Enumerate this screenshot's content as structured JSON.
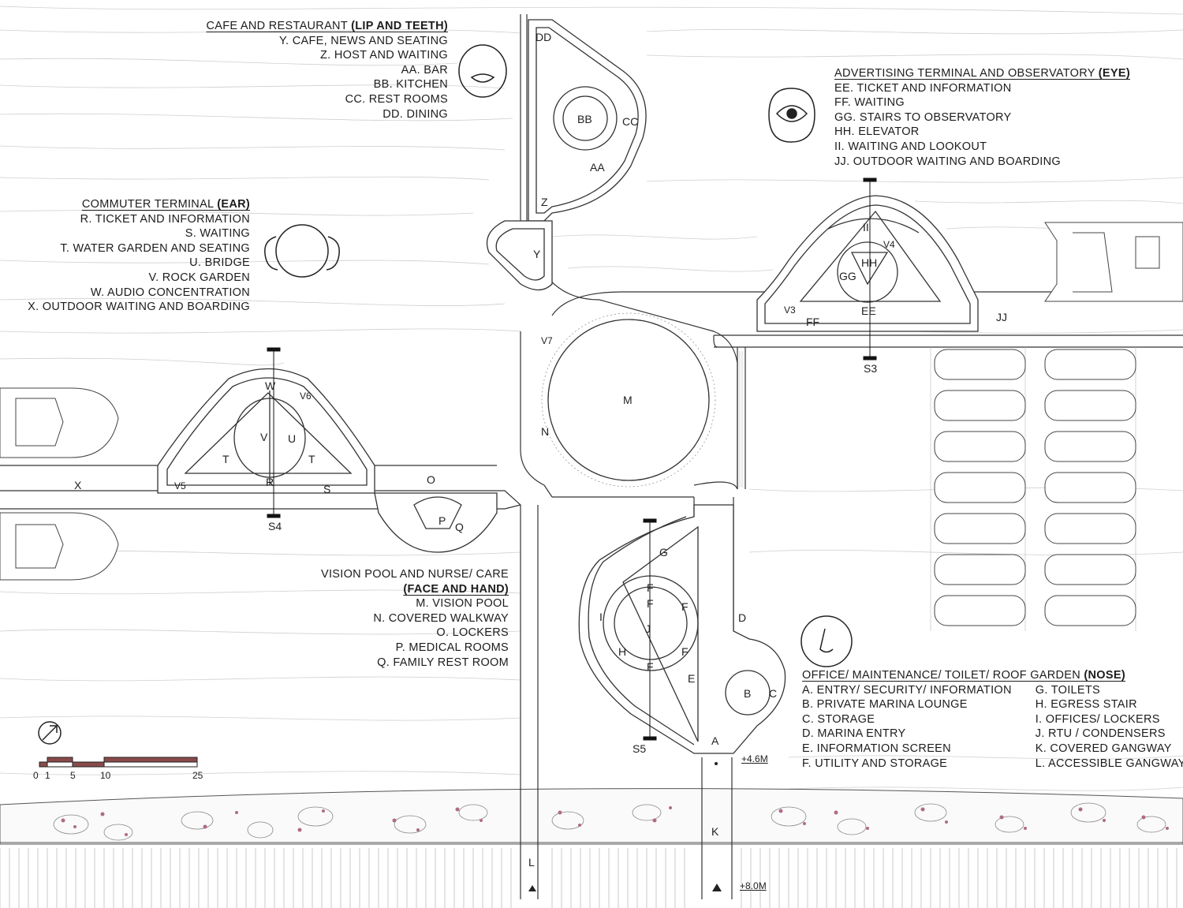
{
  "legends": {
    "lip": {
      "title": "CAFE AND RESTAURANT",
      "title_bold": "(LIP AND TEETH)",
      "items": [
        "Y. CAFE, NEWS AND SEATING",
        "Z. HOST AND WAITING",
        "AA. BAR",
        "BB. KITCHEN",
        "CC. REST ROOMS",
        "DD. DINING"
      ]
    },
    "eye": {
      "title": "ADVERTISING TERMINAL AND OBSERVATORY",
      "title_bold": "(EYE)",
      "items": [
        "EE. TICKET AND INFORMATION",
        "FF. WAITING",
        "GG. STAIRS TO OBSERVATORY",
        "HH. ELEVATOR",
        "II. WAITING AND LOOKOUT",
        "JJ. OUTDOOR WAITING AND BOARDING"
      ]
    },
    "ear": {
      "title": "COMMUTER TERMINAL",
      "title_bold": "(EAR)",
      "items": [
        "R. TICKET AND INFORMATION",
        "S. WAITING",
        "T. WATER GARDEN AND SEATING",
        "U. BRIDGE",
        "V. ROCK GARDEN",
        "W. AUDIO CONCENTRATION",
        "X. OUTDOOR WAITING AND BOARDING"
      ]
    },
    "face": {
      "title": "VISION POOL AND NURSE/ CARE",
      "title_bold": "(FACE AND HAND)",
      "items": [
        "M. VISION POOL",
        "N. COVERED WALKWAY",
        "O. LOCKERS",
        "P. MEDICAL ROOMS",
        "Q. FAMILY REST ROOM"
      ]
    },
    "nose": {
      "title": "OFFICE/ MAINTENANCE/ TOILET/ ROOF GARDEN",
      "title_bold": "(NOSE)",
      "col1": [
        "A. ENTRY/ SECURITY/ INFORMATION",
        "B. PRIVATE MARINA LOUNGE",
        "C. STORAGE",
        "D. MARINA ENTRY",
        "E. INFORMATION SCREEN",
        "F. UTILITY AND STORAGE"
      ],
      "col2": [
        "G. TOILETS",
        "H. EGRESS STAIR",
        "I. OFFICES/ LOCKERS",
        "J. RTU / CONDENSERS",
        "K. COVERED GANGWAY",
        "L. ACCESSIBLE GANGWAY"
      ]
    }
  },
  "plan_labels": {
    "DD": "DD",
    "BB": "BB",
    "CC": "CC",
    "AA": "AA",
    "Z": "Z",
    "Y": "Y",
    "II": "II",
    "V4": "V4",
    "HH": "HH",
    "GG": "GG",
    "V3": "V3",
    "EE": "EE",
    "FF": "FF",
    "JJ": "JJ",
    "S3": "S3",
    "V7": "V7",
    "M": "M",
    "N": "N",
    "W": "W",
    "V6": "V6",
    "V": "V",
    "U": "U",
    "T1": "T",
    "T2": "T",
    "V5": "V5",
    "X": "X",
    "R": "R",
    "S": "S",
    "S4": "S4",
    "O": "O",
    "P": "P",
    "Q": "Q",
    "G": "G",
    "F1": "F",
    "F2": "F",
    "F3": "F",
    "F4": "F",
    "F5": "F",
    "I": "I",
    "J": "J",
    "H": "H",
    "E": "E",
    "D": "D",
    "B": "B",
    "C": "C",
    "A": "A",
    "S5": "S5",
    "K": "K",
    "L": "L"
  },
  "levels": {
    "upper": "+4.6M",
    "lower": "+8.0M"
  },
  "scale": [
    "0",
    "1",
    "5",
    "10",
    "25"
  ],
  "colors": {
    "line": "#333333",
    "light_line": "#bdbdbd",
    "planting": "#b06a8a",
    "scale_fill": "#8a4a4a"
  }
}
